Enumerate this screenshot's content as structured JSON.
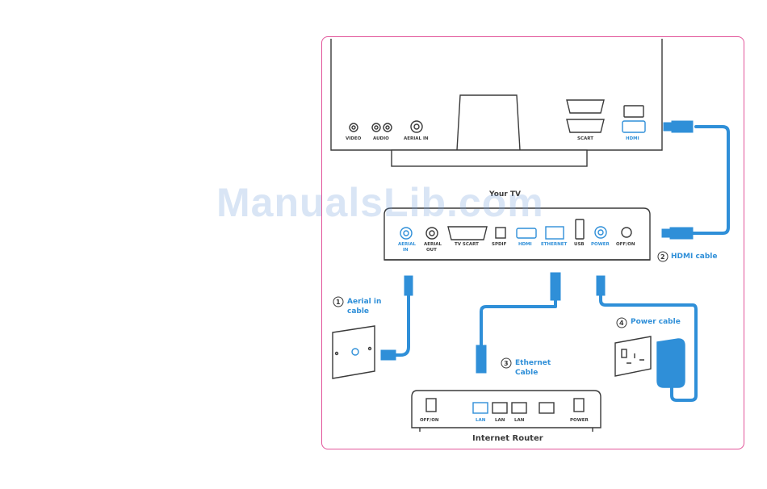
{
  "colors": {
    "accent": "#2f8fd8",
    "cable": "#2f8fd8",
    "line": "#3a3a3a",
    "frame": "#e2559a",
    "watermark": "#78a0dc"
  },
  "tv": {
    "ports": {
      "video": "VIDEO",
      "audio": "AUDIO",
      "aerial_in": "AERIAL IN",
      "scart": "SCART",
      "hdmi": "HDMI"
    },
    "caption": "Your TV"
  },
  "box": {
    "ports": {
      "aerial_in_line1": "AERIAL",
      "aerial_in_line2": "IN",
      "aerial_out_line1": "AERIAL",
      "aerial_out_line2": "OUT",
      "tv_scart": "TV SCART",
      "spdif": "SPDIF",
      "hdmi": "HDMI",
      "ethernet": "ETHERNET",
      "usb": "USB",
      "power": "POWER",
      "off_on": "OFF/ON"
    }
  },
  "router": {
    "ports": {
      "off_on": "OFF/ON",
      "lan1": "LAN",
      "lan2": "LAN",
      "lan3": "LAN",
      "power": "POWER"
    },
    "caption": "Internet Router"
  },
  "steps": [
    {
      "number": "1",
      "line1": "Aerial in",
      "line2": "cable"
    },
    {
      "number": "2",
      "line1": "HDMI cable",
      "line2": ""
    },
    {
      "number": "3",
      "line1": "Ethernet",
      "line2": "Cable"
    },
    {
      "number": "4",
      "line1": "Power cable",
      "line2": ""
    }
  ],
  "watermark": "ManualsLib.com"
}
